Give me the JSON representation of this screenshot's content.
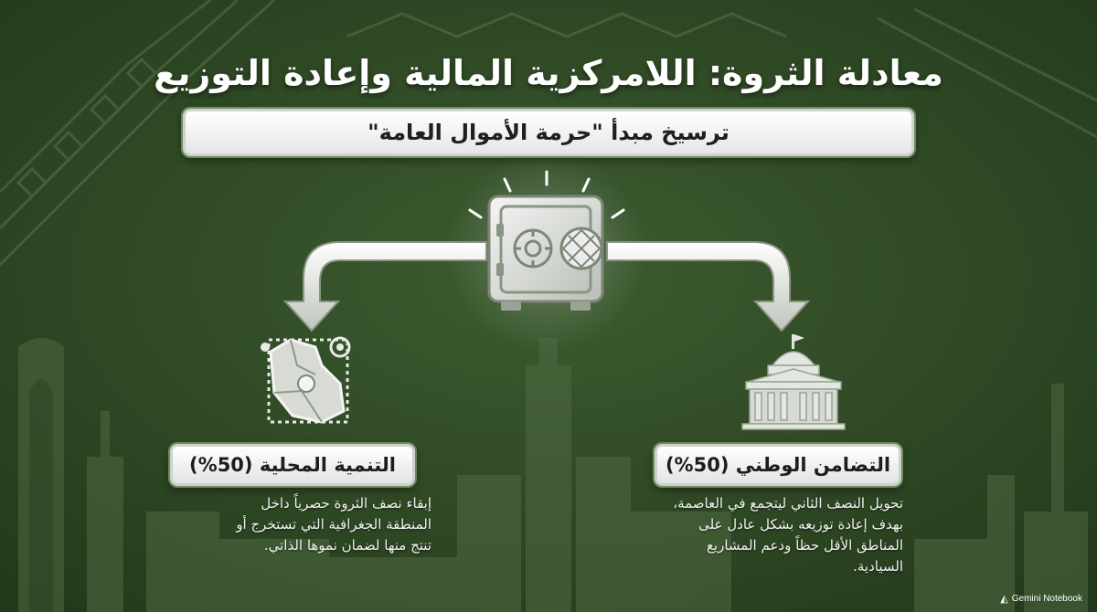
{
  "title": "معادلة الثروة: اللامركزية المالية وإعادة التوزيع",
  "banner": "ترسيخ مبدأ \"حرمة الأموال العامة\"",
  "center": {
    "icon": "safe-vault-icon"
  },
  "left_branch": {
    "icon": "map-region-icon",
    "label": "التنمية المحلية (50%)",
    "description": "إبقاء نصف الثروة حصرياً داخل المنطقة الجغرافية التي تستخرج أو تنتج منها لضمان نموها الذاتي."
  },
  "right_branch": {
    "icon": "government-building-icon",
    "label": "التضامن الوطني (50%)",
    "description": "تحويل النصف الثاني ليتجمع في العاصمة، بهدف إعادة توزيعه بشكل عادل على المناطق الأقل حظاً ودعم المشاريع السيادية."
  },
  "footer": {
    "brand": "Gemini Notebook",
    "icon": "gemini-notebook-logo-icon"
  },
  "colors": {
    "background": "#2f4a26",
    "accent": "#ffffff",
    "dark_text": "#1f1f1f"
  }
}
